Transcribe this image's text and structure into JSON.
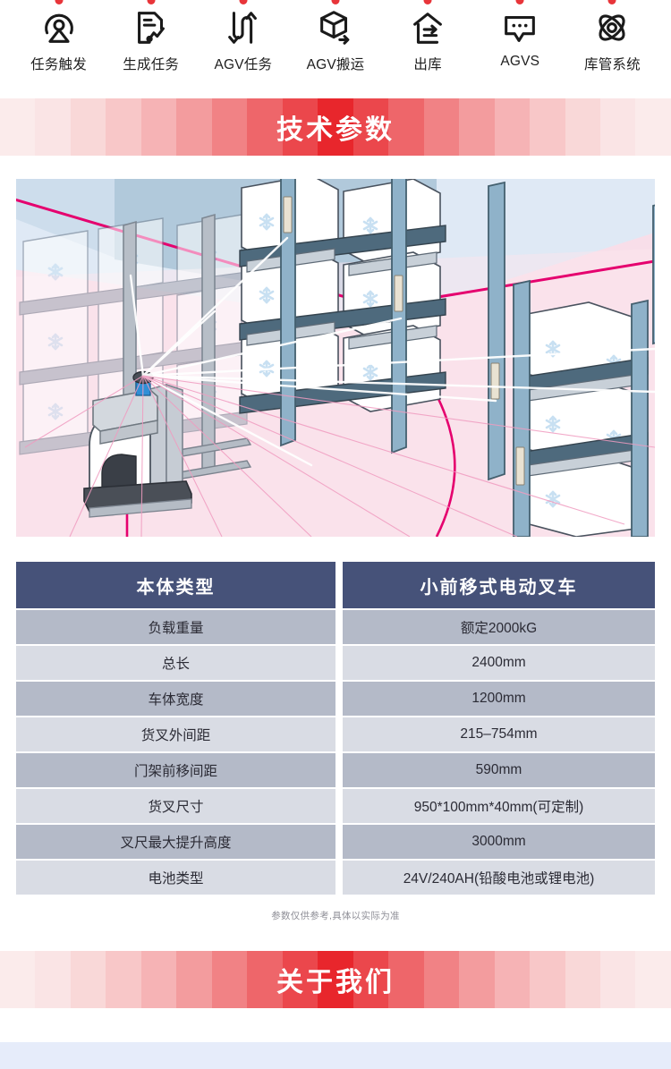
{
  "nav": {
    "items": [
      {
        "label": "任务触发",
        "icon": "broadcast-tower-icon"
      },
      {
        "label": "生成任务",
        "icon": "document-chart-icon"
      },
      {
        "label": "AGV任务",
        "icon": "winding-arrows-icon"
      },
      {
        "label": "AGV搬运",
        "icon": "box-arrow-icon"
      },
      {
        "label": "出库",
        "icon": "warehouse-out-icon"
      },
      {
        "label": "AGVS",
        "icon": "chat-bubble-icon"
      },
      {
        "label": "库管系统",
        "icon": "atom-orbit-icon"
      }
    ],
    "dot_color": "#e8353a"
  },
  "banners": {
    "tech": {
      "title": "技术参数"
    },
    "about": {
      "title": "关于我们"
    },
    "center_color": "#e8262c",
    "edge_color": "#fbebeb",
    "text_color": "#ffffff"
  },
  "illustration": {
    "alt": "冷库货架中的前移式AGV叉车激光导航示意图",
    "sky_color": "#dfe9f5",
    "floor_color": "#f7dbe5",
    "rack_color": "#8fb2c9",
    "laser_color": "#e5006e",
    "beam_color": "#ffffff",
    "snowflake_color": "#c8e0f2"
  },
  "spec_table": {
    "header": {
      "label": "本体类型",
      "value": "小前移式电动叉车"
    },
    "header_bg": "#465279",
    "row_odd_bg": "#b4bac8",
    "row_even_bg": "#d9dce4",
    "rows": [
      {
        "label": "负载重量",
        "value": "额定2000kG"
      },
      {
        "label": "总长",
        "value": "2400mm"
      },
      {
        "label": "车体宽度",
        "value": "1200mm"
      },
      {
        "label": "货叉外间距",
        "value": "215–754mm"
      },
      {
        "label": "门架前移间距",
        "value": "590mm"
      },
      {
        "label": "货叉尺寸",
        "value": "950*100mm*40mm(可定制)"
      },
      {
        "label": "叉尺最大提升高度",
        "value": "3000mm"
      },
      {
        "label": "电池类型",
        "value": "24V/240AH(铅酸电池或锂电池)"
      }
    ],
    "note": "参数仅供参考,具体以实际为准"
  }
}
